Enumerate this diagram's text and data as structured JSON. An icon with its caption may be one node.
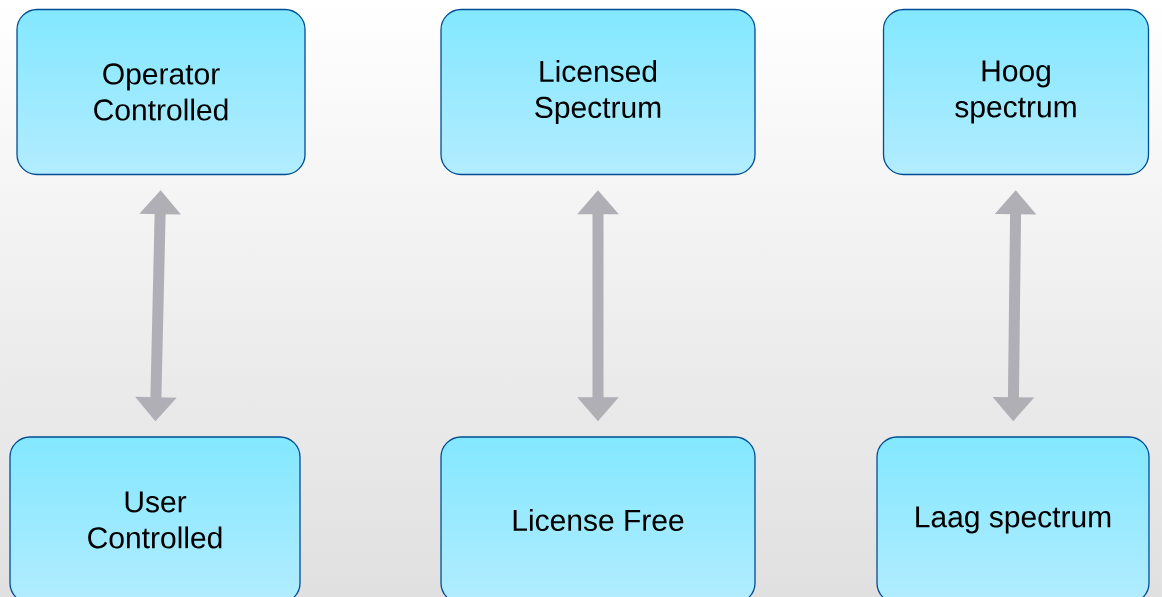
{
  "diagram": {
    "nodes": [
      {
        "text": [
          "Operator Controlled"
        ]
      },
      {
        "text": [
          "Licensed Spectrum"
        ]
      },
      {
        "text": [
          "Hoog spectrum"
        ]
      },
      {
        "text": [
          "User Controlled"
        ]
      },
      {
        "text": [
          "License Free"
        ]
      },
      {
        "text": [
          "Laag spectrum"
        ]
      }
    ],
    "edges": [
      {
        "from": 0,
        "to": 3,
        "arrow": "both"
      },
      {
        "from": 1,
        "to": 4,
        "arrow": "both"
      },
      {
        "from": 2,
        "to": 5,
        "arrow": "both"
      }
    ]
  }
}
